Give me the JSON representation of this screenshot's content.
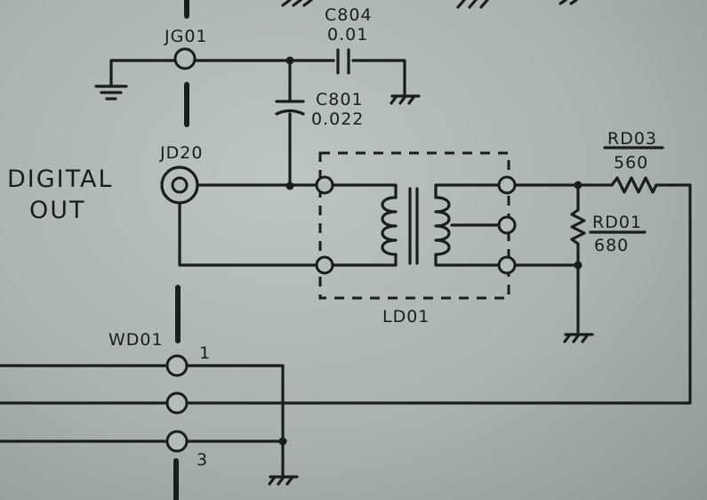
{
  "jack_top": "JG01",
  "cap_top": {
    "ref": "C804",
    "value": "0.01"
  },
  "cap_mid": {
    "ref": "C801",
    "value": "0.022"
  },
  "jack_out": "JD20",
  "output_label": {
    "line1": "DIGITAL",
    "line2": "OUT"
  },
  "transformer": "LD01",
  "res_series": {
    "ref": "RD03",
    "value": "560"
  },
  "res_shunt": {
    "ref": "RD01",
    "value": "680"
  },
  "connector": {
    "ref": "WD01",
    "pin_first": "1",
    "pin_last": "3"
  }
}
